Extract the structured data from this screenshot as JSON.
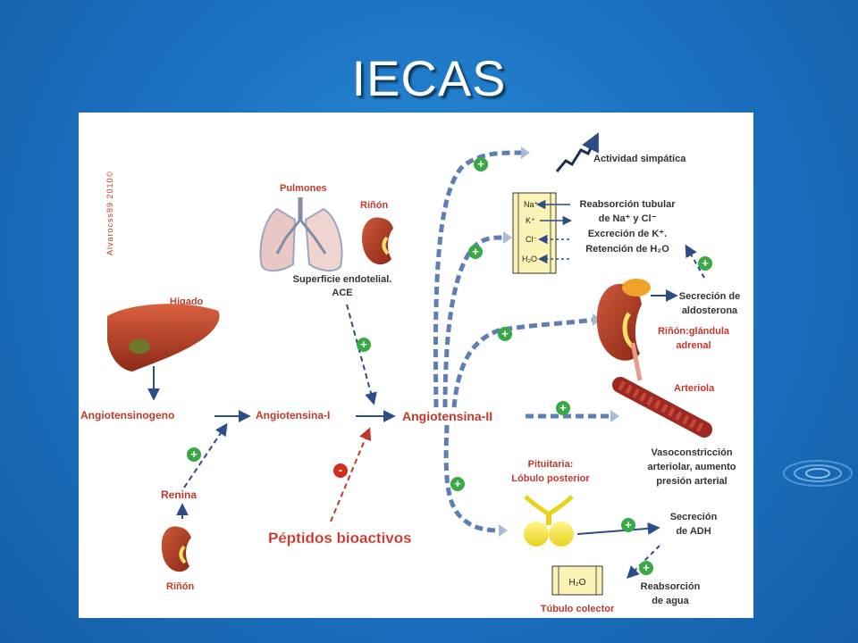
{
  "slide": {
    "title": "IECAS"
  },
  "diagram": {
    "watermark": "Alvarocss89  2010©",
    "organs": {
      "lungs_label": "Pulmones",
      "kidney_top_label": "Riñón",
      "surface_label_line1": "Superficie endotelial.",
      "surface_label_line2": "ACE",
      "liver_label": "Higado",
      "kidney_bottom_label": "Riñón",
      "renina_label": "Renina"
    },
    "pathway": {
      "angiotensinogeno": "Angiotensinogeno",
      "angiotensina1": "Angiotensina-I",
      "angiotensina2": "Angiotensina-II",
      "peptidos": "Péptidos bioactivos"
    },
    "effects": {
      "simpatica": "Actividad simpática",
      "tubular_line1": "Reabsorción tubular",
      "tubular_line2": "de Na⁺ y Cl⁻",
      "tubular_line3": "Excreción de K⁺.",
      "tubular_line4": "Retención de H₂O",
      "ions": [
        "Na⁺",
        "K⁺",
        "Cl⁻",
        "H₂O"
      ],
      "aldosterona_line1": "Secreción de",
      "aldosterona_line2": "aldosterona",
      "adrenal_line1": "Riñón:glándula",
      "adrenal_line2": "adrenal",
      "arteriola_label": "Arteriola",
      "vaso_line1": "Vasoconstricción",
      "vaso_line2": "arteriolar, aumento",
      "vaso_line3": "presión arterial",
      "pituitaria_line1": "Pituitaria:",
      "pituitaria_line2": "Lóbulo posterior",
      "adh_line1": "Secreción",
      "adh_line2": "de ADH",
      "agua_line1": "Reabsorción",
      "agua_line2": "de agua",
      "h2o_box": "H₂O",
      "tubulo_label": "Túbulo colector"
    },
    "signs": {
      "plus": "+",
      "minus": "-"
    },
    "colors": {
      "arrow_blue": "#2c4d86",
      "label_red": "#c0392b",
      "plus_green": "#3aa845",
      "minus_red": "#d62b20",
      "organ_red": "#b43a26",
      "tubule_yellow": "#fbf4b6",
      "peptidos_red": "#c2271c"
    }
  }
}
